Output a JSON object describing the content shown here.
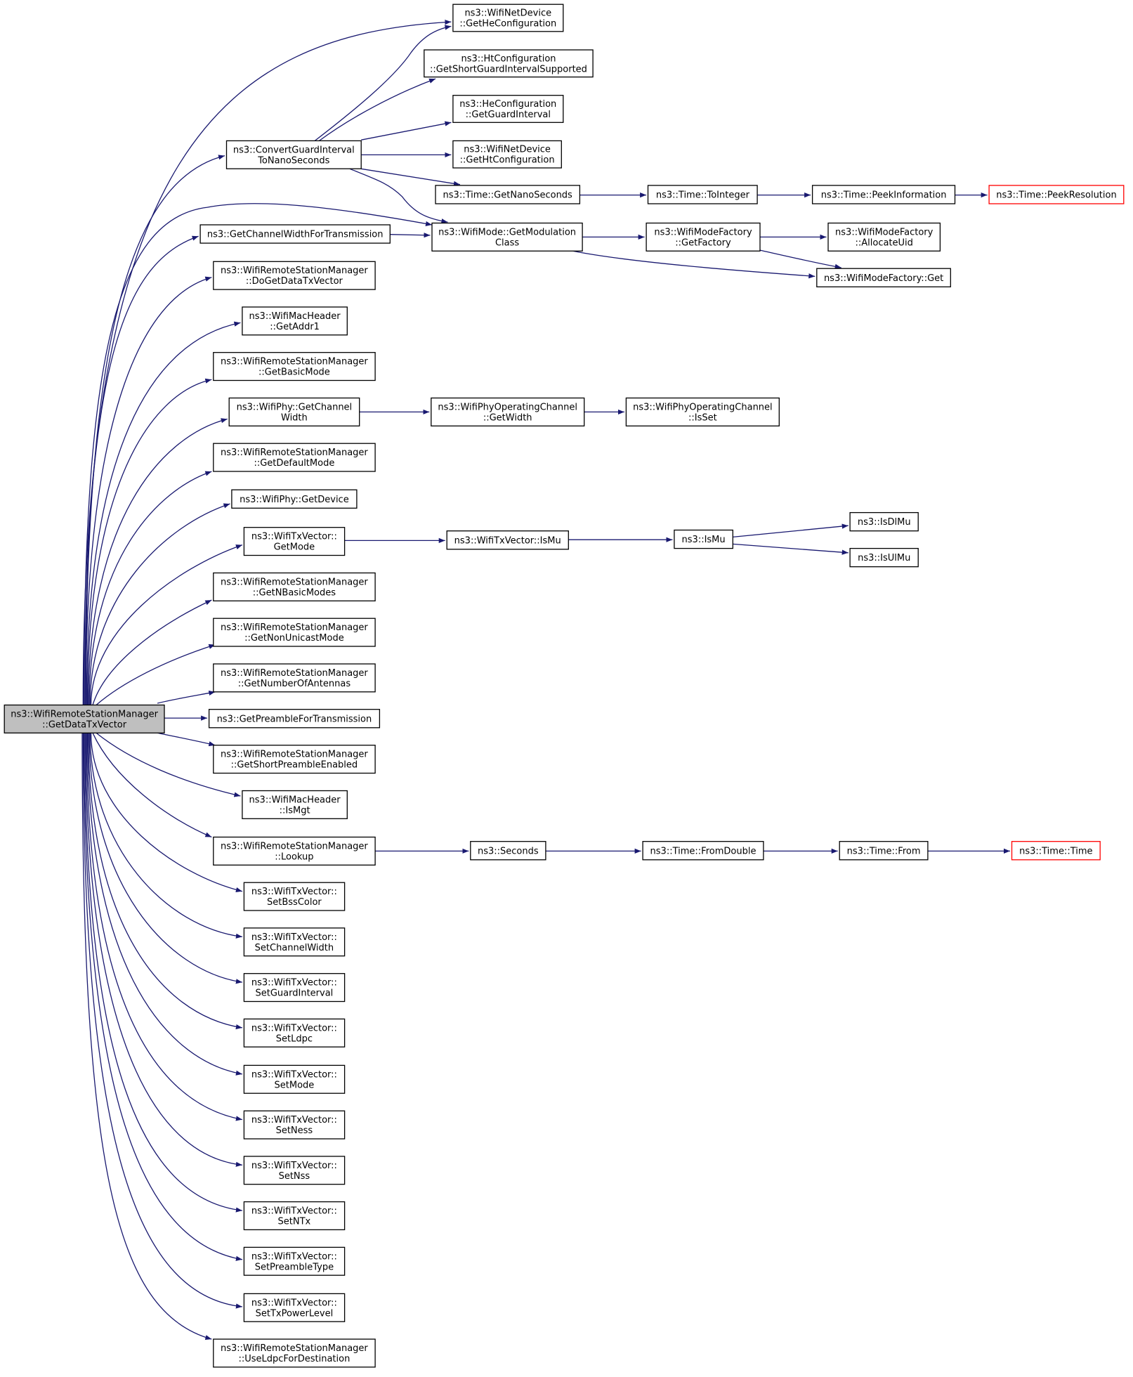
{
  "graph_title": "",
  "root": "GetDataTxVector",
  "nodes": [
    {
      "id": "GetDataTxVector",
      "lines": [
        "ns3::WifiRemoteStationManager",
        "::GetDataTxVector"
      ],
      "style": "root"
    },
    {
      "id": "GetHeConfiguration",
      "lines": [
        "ns3::WifiNetDevice",
        "::GetHeConfiguration"
      ]
    },
    {
      "id": "GetShortGuardIntervalSupported",
      "lines": [
        "ns3::HtConfiguration",
        "::GetShortGuardIntervalSupported"
      ]
    },
    {
      "id": "GetGuardInterval",
      "lines": [
        "ns3::HeConfiguration",
        "::GetGuardInterval"
      ]
    },
    {
      "id": "ConvertGuardIntervalToNanoSeconds",
      "lines": [
        "ns3::ConvertGuardInterval",
        "ToNanoSeconds"
      ]
    },
    {
      "id": "GetHtConfiguration",
      "lines": [
        "ns3::WifiNetDevice",
        "::GetHtConfiguration"
      ]
    },
    {
      "id": "GetNanoSeconds",
      "lines": [
        "ns3::Time::GetNanoSeconds"
      ]
    },
    {
      "id": "ToInteger",
      "lines": [
        "ns3::Time::ToInteger"
      ]
    },
    {
      "id": "PeekInformation",
      "lines": [
        "ns3::Time::PeekInformation"
      ]
    },
    {
      "id": "PeekResolution",
      "lines": [
        "ns3::Time::PeekResolution"
      ],
      "style": "truncated"
    },
    {
      "id": "GetChannelWidthForTransmission",
      "lines": [
        "ns3::GetChannelWidthForTransmission"
      ]
    },
    {
      "id": "GetModulationClass",
      "lines": [
        "ns3::WifiMode::GetModulation",
        "Class"
      ]
    },
    {
      "id": "GetFactory",
      "lines": [
        "ns3::WifiModeFactory",
        "::GetFactory"
      ]
    },
    {
      "id": "AllocateUid",
      "lines": [
        "ns3::WifiModeFactory",
        "::AllocateUid"
      ]
    },
    {
      "id": "FactoryGet",
      "lines": [
        "ns3::WifiModeFactory::Get"
      ]
    },
    {
      "id": "DoGetDataTxVector",
      "lines": [
        "ns3::WifiRemoteStationManager",
        "::DoGetDataTxVector"
      ]
    },
    {
      "id": "GetAddr1",
      "lines": [
        "ns3::WifiMacHeader",
        "::GetAddr1"
      ]
    },
    {
      "id": "GetBasicMode",
      "lines": [
        "ns3::WifiRemoteStationManager",
        "::GetBasicMode"
      ]
    },
    {
      "id": "PhyGetChannelWidth",
      "lines": [
        "ns3::WifiPhy::GetChannel",
        "Width"
      ]
    },
    {
      "id": "OpChGetWidth",
      "lines": [
        "ns3::WifiPhyOperatingChannel",
        "::GetWidth"
      ]
    },
    {
      "id": "OpChIsSet",
      "lines": [
        "ns3::WifiPhyOperatingChannel",
        "::IsSet"
      ]
    },
    {
      "id": "GetDefaultMode",
      "lines": [
        "ns3::WifiRemoteStationManager",
        "::GetDefaultMode"
      ]
    },
    {
      "id": "GetDevice",
      "lines": [
        "ns3::WifiPhy::GetDevice"
      ]
    },
    {
      "id": "TxVecGetMode",
      "lines": [
        "ns3::WifiTxVector::",
        "GetMode"
      ]
    },
    {
      "id": "TxVecIsMu",
      "lines": [
        "ns3::WifiTxVector::IsMu"
      ]
    },
    {
      "id": "IsMu",
      "lines": [
        "ns3::IsMu"
      ]
    },
    {
      "id": "IsDlMu",
      "lines": [
        "ns3::IsDlMu"
      ]
    },
    {
      "id": "IsUlMu",
      "lines": [
        "ns3::IsUlMu"
      ]
    },
    {
      "id": "GetNBasicModes",
      "lines": [
        "ns3::WifiRemoteStationManager",
        "::GetNBasicModes"
      ]
    },
    {
      "id": "GetNonUnicastMode",
      "lines": [
        "ns3::WifiRemoteStationManager",
        "::GetNonUnicastMode"
      ]
    },
    {
      "id": "GetNumberOfAntennas",
      "lines": [
        "ns3::WifiRemoteStationManager",
        "::GetNumberOfAntennas"
      ]
    },
    {
      "id": "GetPreambleForTransmission",
      "lines": [
        "ns3::GetPreambleForTransmission"
      ]
    },
    {
      "id": "GetShortPreambleEnabled",
      "lines": [
        "ns3::WifiRemoteStationManager",
        "::GetShortPreambleEnabled"
      ]
    },
    {
      "id": "IsMgt",
      "lines": [
        "ns3::WifiMacHeader",
        "::IsMgt"
      ]
    },
    {
      "id": "Lookup",
      "lines": [
        "ns3::WifiRemoteStationManager",
        "::Lookup"
      ]
    },
    {
      "id": "Seconds",
      "lines": [
        "ns3::Seconds"
      ]
    },
    {
      "id": "FromDouble",
      "lines": [
        "ns3::Time::FromDouble"
      ]
    },
    {
      "id": "TimeFrom",
      "lines": [
        "ns3::Time::From"
      ]
    },
    {
      "id": "TimeTime",
      "lines": [
        "ns3::Time::Time"
      ],
      "style": "truncated"
    },
    {
      "id": "SetBssColor",
      "lines": [
        "ns3::WifiTxVector::",
        "SetBssColor"
      ]
    },
    {
      "id": "SetChannelWidth",
      "lines": [
        "ns3::WifiTxVector::",
        "SetChannelWidth"
      ]
    },
    {
      "id": "SetGuardInterval",
      "lines": [
        "ns3::WifiTxVector::",
        "SetGuardInterval"
      ]
    },
    {
      "id": "SetLdpc",
      "lines": [
        "ns3::WifiTxVector::",
        "SetLdpc"
      ]
    },
    {
      "id": "SetMode",
      "lines": [
        "ns3::WifiTxVector::",
        "SetMode"
      ]
    },
    {
      "id": "SetNess",
      "lines": [
        "ns3::WifiTxVector::",
        "SetNess"
      ]
    },
    {
      "id": "SetNss",
      "lines": [
        "ns3::WifiTxVector::",
        "SetNss"
      ]
    },
    {
      "id": "SetNTx",
      "lines": [
        "ns3::WifiTxVector::",
        "SetNTx"
      ]
    },
    {
      "id": "SetPreambleType",
      "lines": [
        "ns3::WifiTxVector::",
        "SetPreambleType"
      ]
    },
    {
      "id": "SetTxPowerLevel",
      "lines": [
        "ns3::WifiTxVector::",
        "SetTxPowerLevel"
      ]
    },
    {
      "id": "UseLdpcForDestination",
      "lines": [
        "ns3::WifiRemoteStationManager",
        "::UseLdpcForDestination"
      ]
    }
  ],
  "edges": [
    [
      "GetDataTxVector",
      "GetHeConfiguration"
    ],
    [
      "GetDataTxVector",
      "ConvertGuardIntervalToNanoSeconds"
    ],
    [
      "GetDataTxVector",
      "GetModulationClass"
    ],
    [
      "GetDataTxVector",
      "GetChannelWidthForTransmission"
    ],
    [
      "GetDataTxVector",
      "DoGetDataTxVector"
    ],
    [
      "GetDataTxVector",
      "GetAddr1"
    ],
    [
      "GetDataTxVector",
      "GetBasicMode"
    ],
    [
      "GetDataTxVector",
      "PhyGetChannelWidth"
    ],
    [
      "GetDataTxVector",
      "GetDefaultMode"
    ],
    [
      "GetDataTxVector",
      "GetDevice"
    ],
    [
      "GetDataTxVector",
      "TxVecGetMode"
    ],
    [
      "GetDataTxVector",
      "GetNBasicModes"
    ],
    [
      "GetDataTxVector",
      "GetNonUnicastMode"
    ],
    [
      "GetDataTxVector",
      "GetNumberOfAntennas"
    ],
    [
      "GetDataTxVector",
      "GetPreambleForTransmission"
    ],
    [
      "GetDataTxVector",
      "GetShortPreambleEnabled"
    ],
    [
      "GetDataTxVector",
      "IsMgt"
    ],
    [
      "GetDataTxVector",
      "Lookup"
    ],
    [
      "GetDataTxVector",
      "SetBssColor"
    ],
    [
      "GetDataTxVector",
      "SetChannelWidth"
    ],
    [
      "GetDataTxVector",
      "SetGuardInterval"
    ],
    [
      "GetDataTxVector",
      "SetLdpc"
    ],
    [
      "GetDataTxVector",
      "SetMode"
    ],
    [
      "GetDataTxVector",
      "SetNess"
    ],
    [
      "GetDataTxVector",
      "SetNss"
    ],
    [
      "GetDataTxVector",
      "SetNTx"
    ],
    [
      "GetDataTxVector",
      "SetPreambleType"
    ],
    [
      "GetDataTxVector",
      "SetTxPowerLevel"
    ],
    [
      "GetDataTxVector",
      "UseLdpcForDestination"
    ],
    [
      "ConvertGuardIntervalToNanoSeconds",
      "GetHeConfiguration"
    ],
    [
      "ConvertGuardIntervalToNanoSeconds",
      "GetShortGuardIntervalSupported"
    ],
    [
      "ConvertGuardIntervalToNanoSeconds",
      "GetGuardInterval"
    ],
    [
      "ConvertGuardIntervalToNanoSeconds",
      "GetHtConfiguration"
    ],
    [
      "ConvertGuardIntervalToNanoSeconds",
      "GetNanoSeconds"
    ],
    [
      "ConvertGuardIntervalToNanoSeconds",
      "GetModulationClass"
    ],
    [
      "GetNanoSeconds",
      "ToInteger"
    ],
    [
      "ToInteger",
      "PeekInformation"
    ],
    [
      "PeekInformation",
      "PeekResolution"
    ],
    [
      "GetChannelWidthForTransmission",
      "GetModulationClass"
    ],
    [
      "GetModulationClass",
      "GetFactory"
    ],
    [
      "GetModulationClass",
      "FactoryGet"
    ],
    [
      "GetFactory",
      "AllocateUid"
    ],
    [
      "GetFactory",
      "FactoryGet"
    ],
    [
      "PhyGetChannelWidth",
      "OpChGetWidth"
    ],
    [
      "OpChGetWidth",
      "OpChIsSet"
    ],
    [
      "TxVecGetMode",
      "TxVecIsMu"
    ],
    [
      "TxVecIsMu",
      "IsMu"
    ],
    [
      "IsMu",
      "IsDlMu"
    ],
    [
      "IsMu",
      "IsUlMu"
    ],
    [
      "Lookup",
      "Seconds"
    ],
    [
      "Seconds",
      "FromDouble"
    ],
    [
      "FromDouble",
      "TimeFrom"
    ],
    [
      "TimeFrom",
      "TimeTime"
    ]
  ],
  "colors": {
    "edge": "#191970",
    "node_border": "#000000",
    "root_fill": "#bfbfbf",
    "truncated_border": "#ff0000",
    "background": "#ffffff"
  }
}
